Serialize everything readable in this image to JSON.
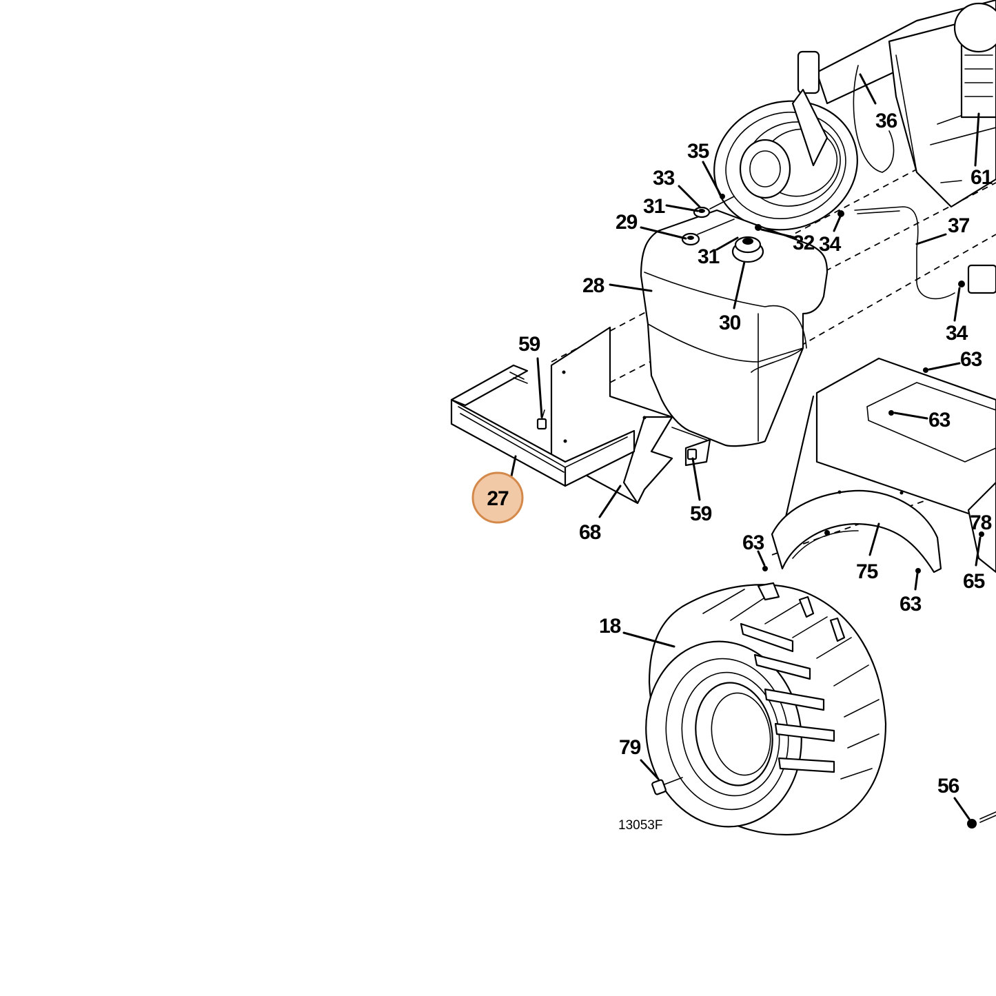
{
  "diagram": {
    "drawing_code": "13053F",
    "highlighted_part": "27",
    "highlight_colors": {
      "fill": "#f2c9a6",
      "stroke": "#d4894a"
    },
    "callouts": {
      "c27": "27",
      "c28": "28",
      "c29": "29",
      "c30": "30",
      "c31a": "31",
      "c31b": "31",
      "c32": "32",
      "c33": "33",
      "c34a": "34",
      "c34b": "34",
      "c35": "35",
      "c36": "36",
      "c37": "37",
      "c59a": "59",
      "c59b": "59",
      "c61": "61",
      "c63a": "63",
      "c63b": "63",
      "c63c": "63",
      "c63d": "63",
      "c65": "65",
      "c68": "68",
      "c75": "75",
      "c78": "78",
      "c18": "18",
      "c79": "79",
      "c56": "56"
    }
  }
}
